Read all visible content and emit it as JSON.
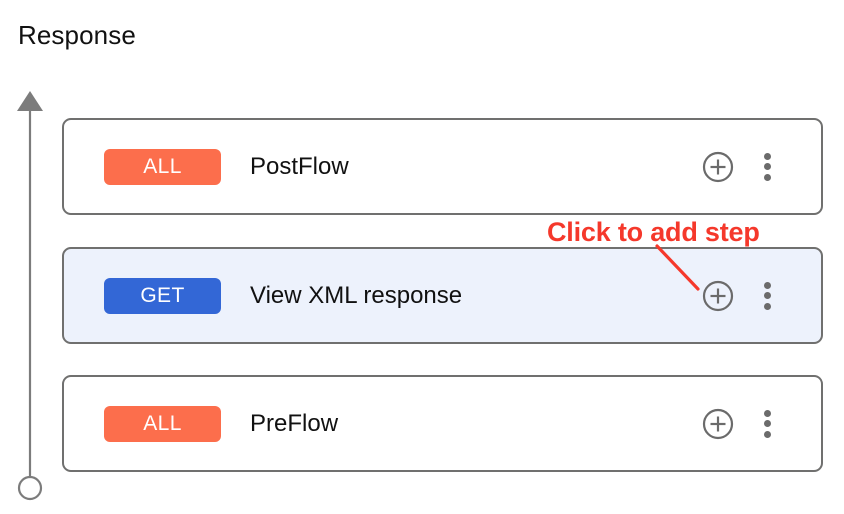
{
  "section": {
    "title": "Response"
  },
  "colors": {
    "badge_all": "#fc6e4c",
    "badge_get": "#3367d6",
    "row_border": "#70706f",
    "row_selected_bg": "#edf2fc",
    "annotation_red": "#f5382b",
    "axis_gray": "#7c7c7c",
    "icon_gray": "#6b6b6b",
    "text": "#111111"
  },
  "flow_axis": {
    "arrowhead_icon": "arrow-up-icon",
    "endpoint_icon": "circle-endpoint-icon"
  },
  "rows": [
    {
      "badge": "ALL",
      "badge_color": "#fc6e4c",
      "label": "PostFlow",
      "selected": false,
      "add_icon": "plus-circle-icon",
      "menu_icon": "kebab-menu-icon"
    },
    {
      "badge": "GET",
      "badge_color": "#3367d6",
      "label": "View XML response",
      "selected": true,
      "add_icon": "plus-circle-icon",
      "menu_icon": "kebab-menu-icon"
    },
    {
      "badge": "ALL",
      "badge_color": "#fc6e4c",
      "label": "PreFlow",
      "selected": false,
      "add_icon": "plus-circle-icon",
      "menu_icon": "kebab-menu-icon"
    }
  ],
  "annotation": {
    "text": "Click to add step",
    "pointer_icon": "callout-line-icon"
  }
}
